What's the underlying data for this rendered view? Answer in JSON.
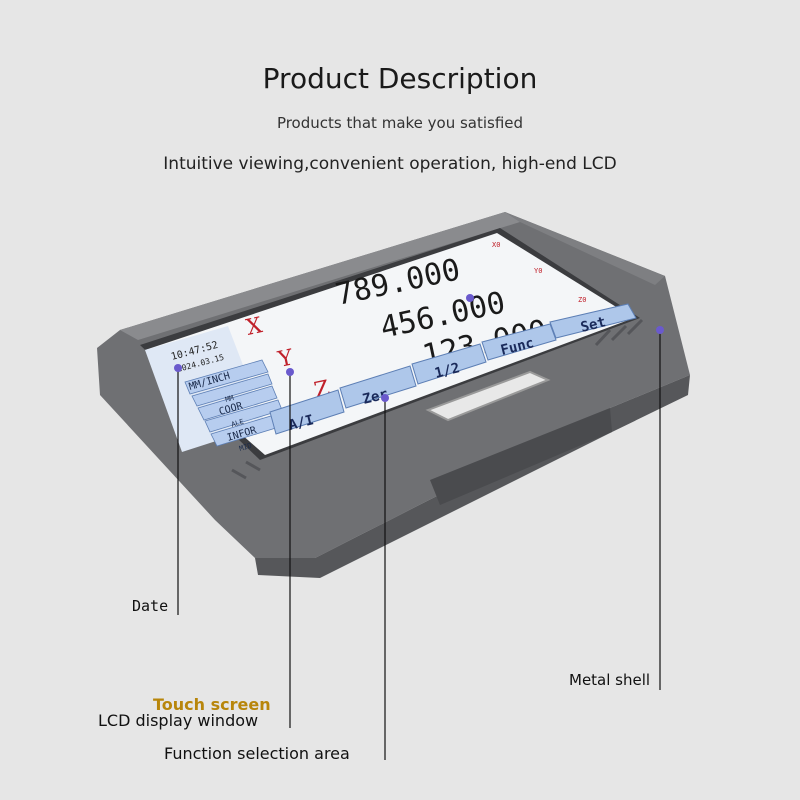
{
  "header": {
    "title": "Product Description",
    "subtitle": "Products that make you satisfied",
    "tagline": "Intuitive viewing,convenient operation, high-end LCD"
  },
  "display": {
    "time": "10:47:52",
    "date": "2024.03.15",
    "menu": [
      "MM/INCH",
      "MM",
      "COOR",
      "ALE",
      "INFOR",
      "MID"
    ],
    "axes": [
      {
        "label": "X",
        "value": "789.000",
        "tag": "X0"
      },
      {
        "label": "Y",
        "value": "456.000",
        "tag": "Y0"
      },
      {
        "label": "Z",
        "value": "123.000",
        "tag": "Z0"
      }
    ],
    "buttons": {
      "set": "Set",
      "func": "Func",
      "half": "1/2",
      "zero": "Zer",
      "abs_inc": "A/I"
    }
  },
  "callouts": {
    "date": "Date",
    "touch": "Touch screen",
    "lcd": "LCD display window",
    "function": "Function selection area",
    "metal": "Metal shell"
  },
  "colors": {
    "background": "#e6e6e6",
    "shell": "#6f7073",
    "screen": "#ffffff",
    "axis_label": "#c0202a",
    "button": "#aec7ea",
    "touch_label": "#b8860b",
    "pointer_dot": "#6a5acd"
  }
}
